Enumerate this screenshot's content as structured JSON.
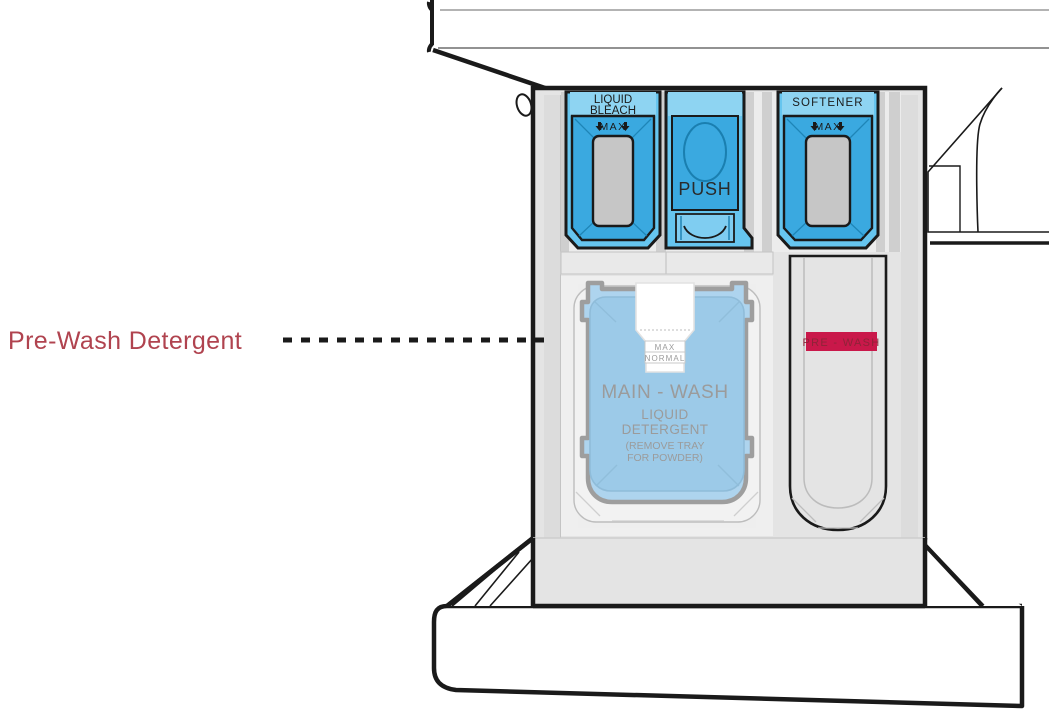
{
  "meta": {
    "title": "Washing machine detergent dispenser drawer diagram",
    "view": "front-open drawer cutaway illustration"
  },
  "annotation": {
    "label": "Pre-Wash Detergent",
    "label_color": "#b0434f",
    "leader_style": "dashed",
    "leader_color": "#1a1a1a"
  },
  "colors": {
    "outline": "#1a1a1a",
    "body_light": "#e4e4e4",
    "body_lighter": "#efefef",
    "blue_light": "#66c5ef",
    "blue_mid": "#3aa9e0",
    "blue_deep": "#2196d4",
    "tray_blue": "#aed4ee",
    "tray_blue_dark": "#9ccae8",
    "grey_pad": "#c6c6c6",
    "prewash_badge": "#c9184a",
    "text_grey": "#9b9b9b"
  },
  "compartments": {
    "bleach": {
      "title_line1": "LIQUID",
      "title_line2": "BLEACH",
      "max_label": "MAX",
      "arrow_glyph": "⇩"
    },
    "push": {
      "label": "PUSH"
    },
    "softener": {
      "title": "SOFTENER",
      "max_label": "MAX",
      "arrow_glyph": "⇩"
    },
    "main_wash": {
      "heading": "MAIN - WASH",
      "sub_line1": "LIQUID",
      "sub_line2": "DETERGENT",
      "note_line1": "(REMOVE TRAY",
      "note_line2": "FOR POWDER)",
      "gauge_max": "MAX",
      "gauge_normal": "NORMAL"
    },
    "pre_wash": {
      "badge_label": "PRE - WASH"
    }
  }
}
